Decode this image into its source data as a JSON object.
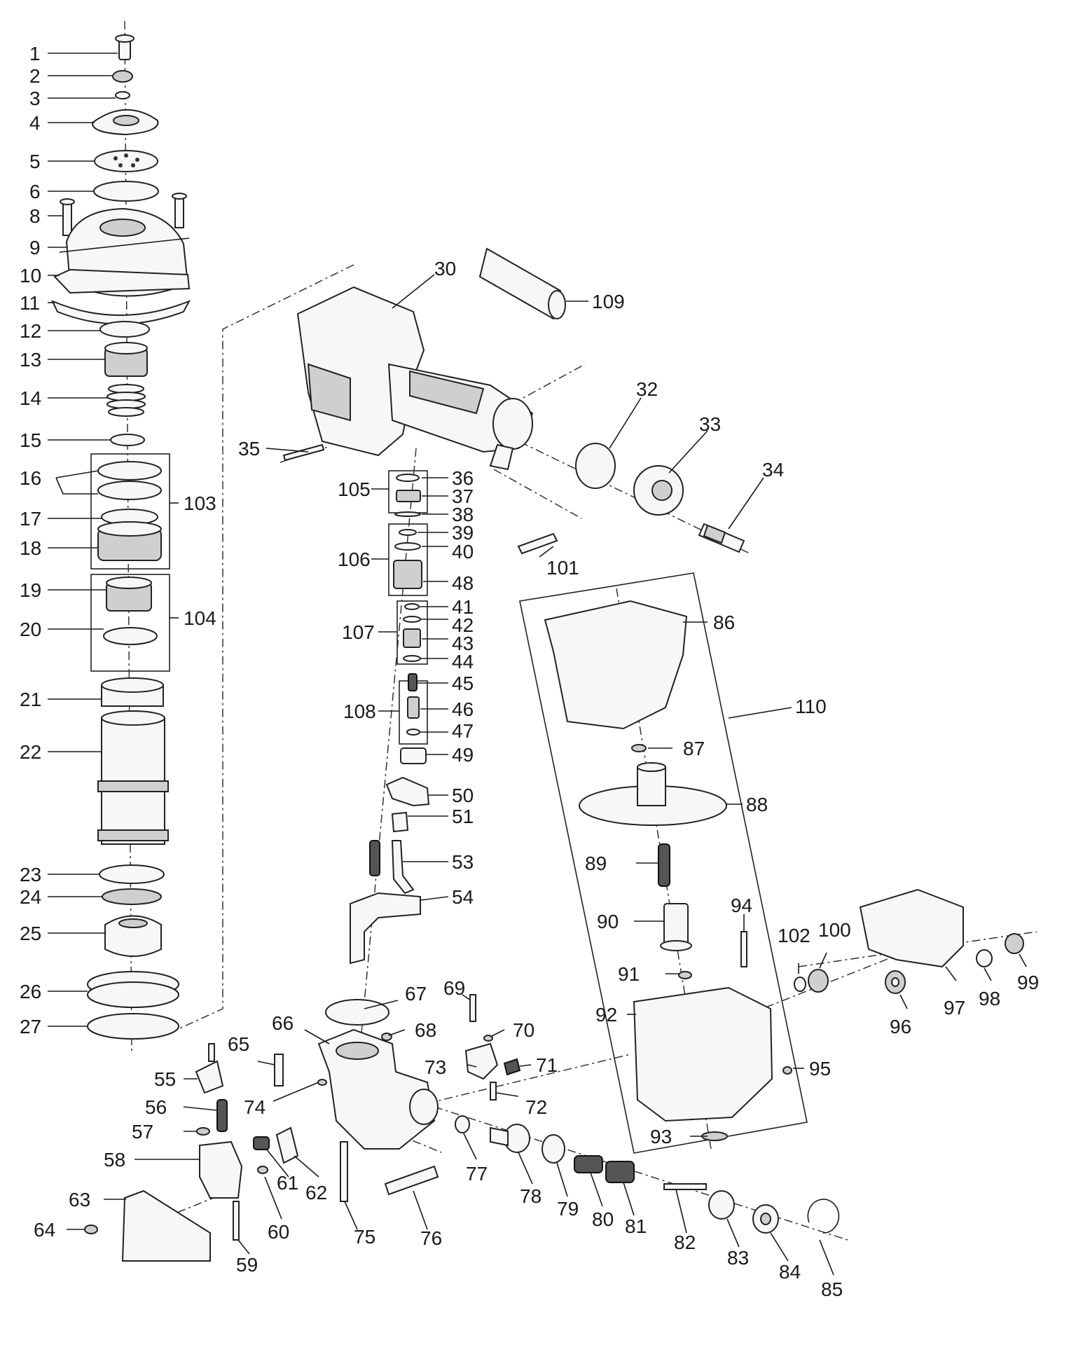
{
  "diagram": {
    "callouts": [
      "1",
      "2",
      "3",
      "4",
      "5",
      "6",
      "8",
      "9",
      "10",
      "11",
      "12",
      "13",
      "14",
      "15",
      "16",
      "17",
      "18",
      "19",
      "20",
      "21",
      "22",
      "23",
      "24",
      "25",
      "26",
      "27",
      "30",
      "32",
      "33",
      "34",
      "35",
      "36",
      "37",
      "38",
      "39",
      "40",
      "41",
      "42",
      "43",
      "44",
      "45",
      "46",
      "47",
      "48",
      "49",
      "50",
      "51",
      "53",
      "54",
      "55",
      "56",
      "57",
      "58",
      "59",
      "60",
      "61",
      "62",
      "63",
      "64",
      "65",
      "66",
      "67",
      "68",
      "69",
      "70",
      "71",
      "72",
      "73",
      "74",
      "75",
      "76",
      "77",
      "78",
      "79",
      "80",
      "81",
      "82",
      "83",
      "84",
      "85",
      "86",
      "87",
      "88",
      "89",
      "90",
      "91",
      "92",
      "93",
      "94",
      "95",
      "96",
      "97",
      "98",
      "99",
      "100",
      "101",
      "102",
      "103",
      "104",
      "105",
      "106",
      "107",
      "108",
      "109",
      "110"
    ]
  }
}
